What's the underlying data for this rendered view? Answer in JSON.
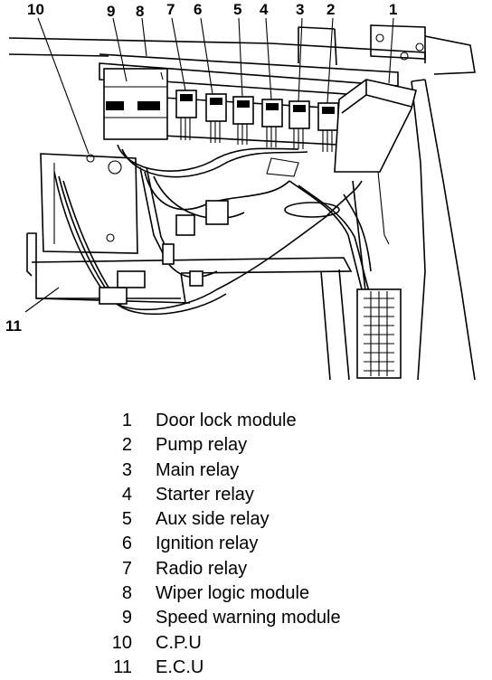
{
  "diagram": {
    "callouts": [
      "10",
      "9",
      "8",
      "7",
      "6",
      "5",
      "4",
      "3",
      "2",
      "1",
      "11"
    ]
  },
  "legend": [
    {
      "num": "1",
      "label": "Door lock module"
    },
    {
      "num": "2",
      "label": "Pump relay"
    },
    {
      "num": "3",
      "label": "Main relay"
    },
    {
      "num": "4",
      "label": "Starter relay"
    },
    {
      "num": "5",
      "label": "Aux side relay"
    },
    {
      "num": "6",
      "label": "Ignition relay"
    },
    {
      "num": "7",
      "label": "Radio relay"
    },
    {
      "num": "8",
      "label": "Wiper logic module"
    },
    {
      "num": "9",
      "label": "Speed warning module"
    },
    {
      "num": "10",
      "label": "C.P.U"
    },
    {
      "num": "11",
      "label": "E.C.U"
    }
  ]
}
